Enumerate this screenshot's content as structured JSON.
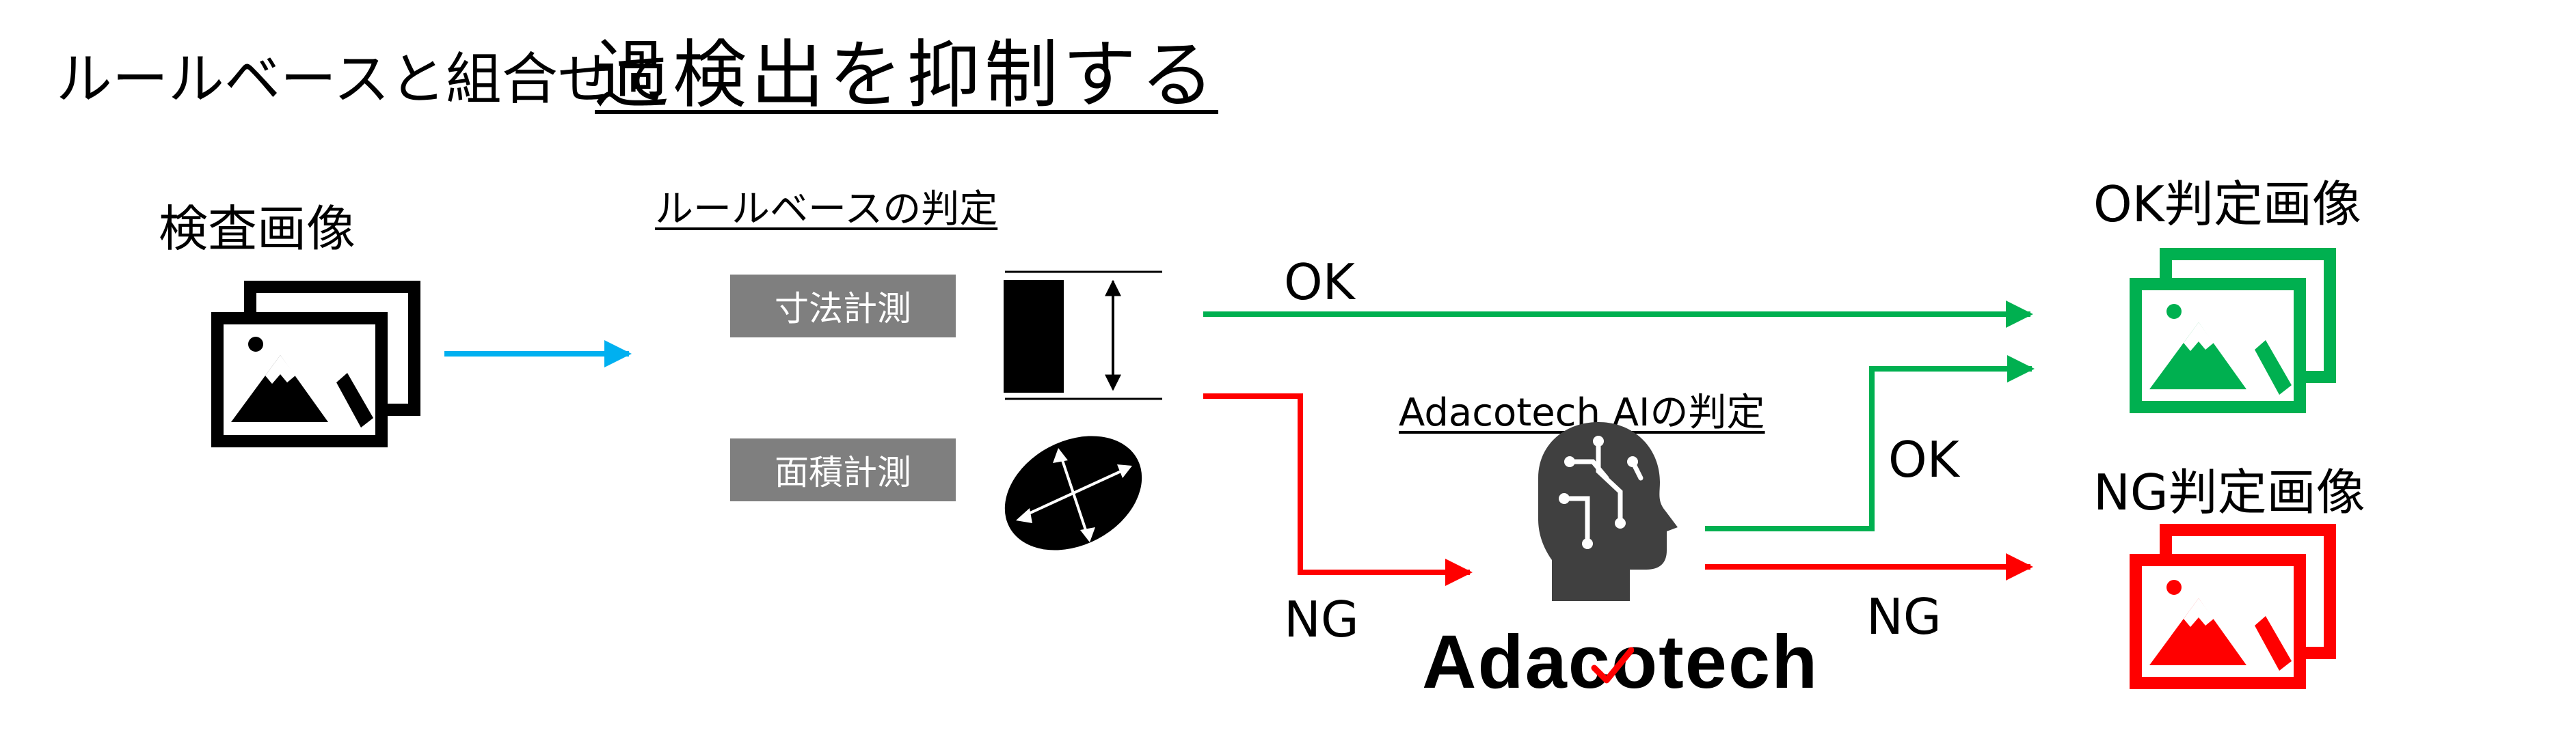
{
  "title": {
    "prefix": "ルールベースと組合せて",
    "main": "過検出を抑制する"
  },
  "input": {
    "label": "検査画像"
  },
  "rule_based": {
    "heading": "ルールベースの判定",
    "dimension_label": "寸法計測",
    "area_label": "面積計測"
  },
  "ai": {
    "heading": "Adacotech AIの判定",
    "brand": "Adacotech"
  },
  "flows": {
    "ok_top": "OK",
    "ng_bottom": "NG",
    "ok_ai": "OK",
    "ng_ai": "NG"
  },
  "outputs": {
    "ok_label": "OK判定画像",
    "ng_label": "NG判定画像"
  },
  "colors": {
    "ok": "#00b050",
    "ng": "#ff0000",
    "input_arrow": "#00b0f0",
    "box": "#7f7f7f",
    "brain": "#404040"
  }
}
